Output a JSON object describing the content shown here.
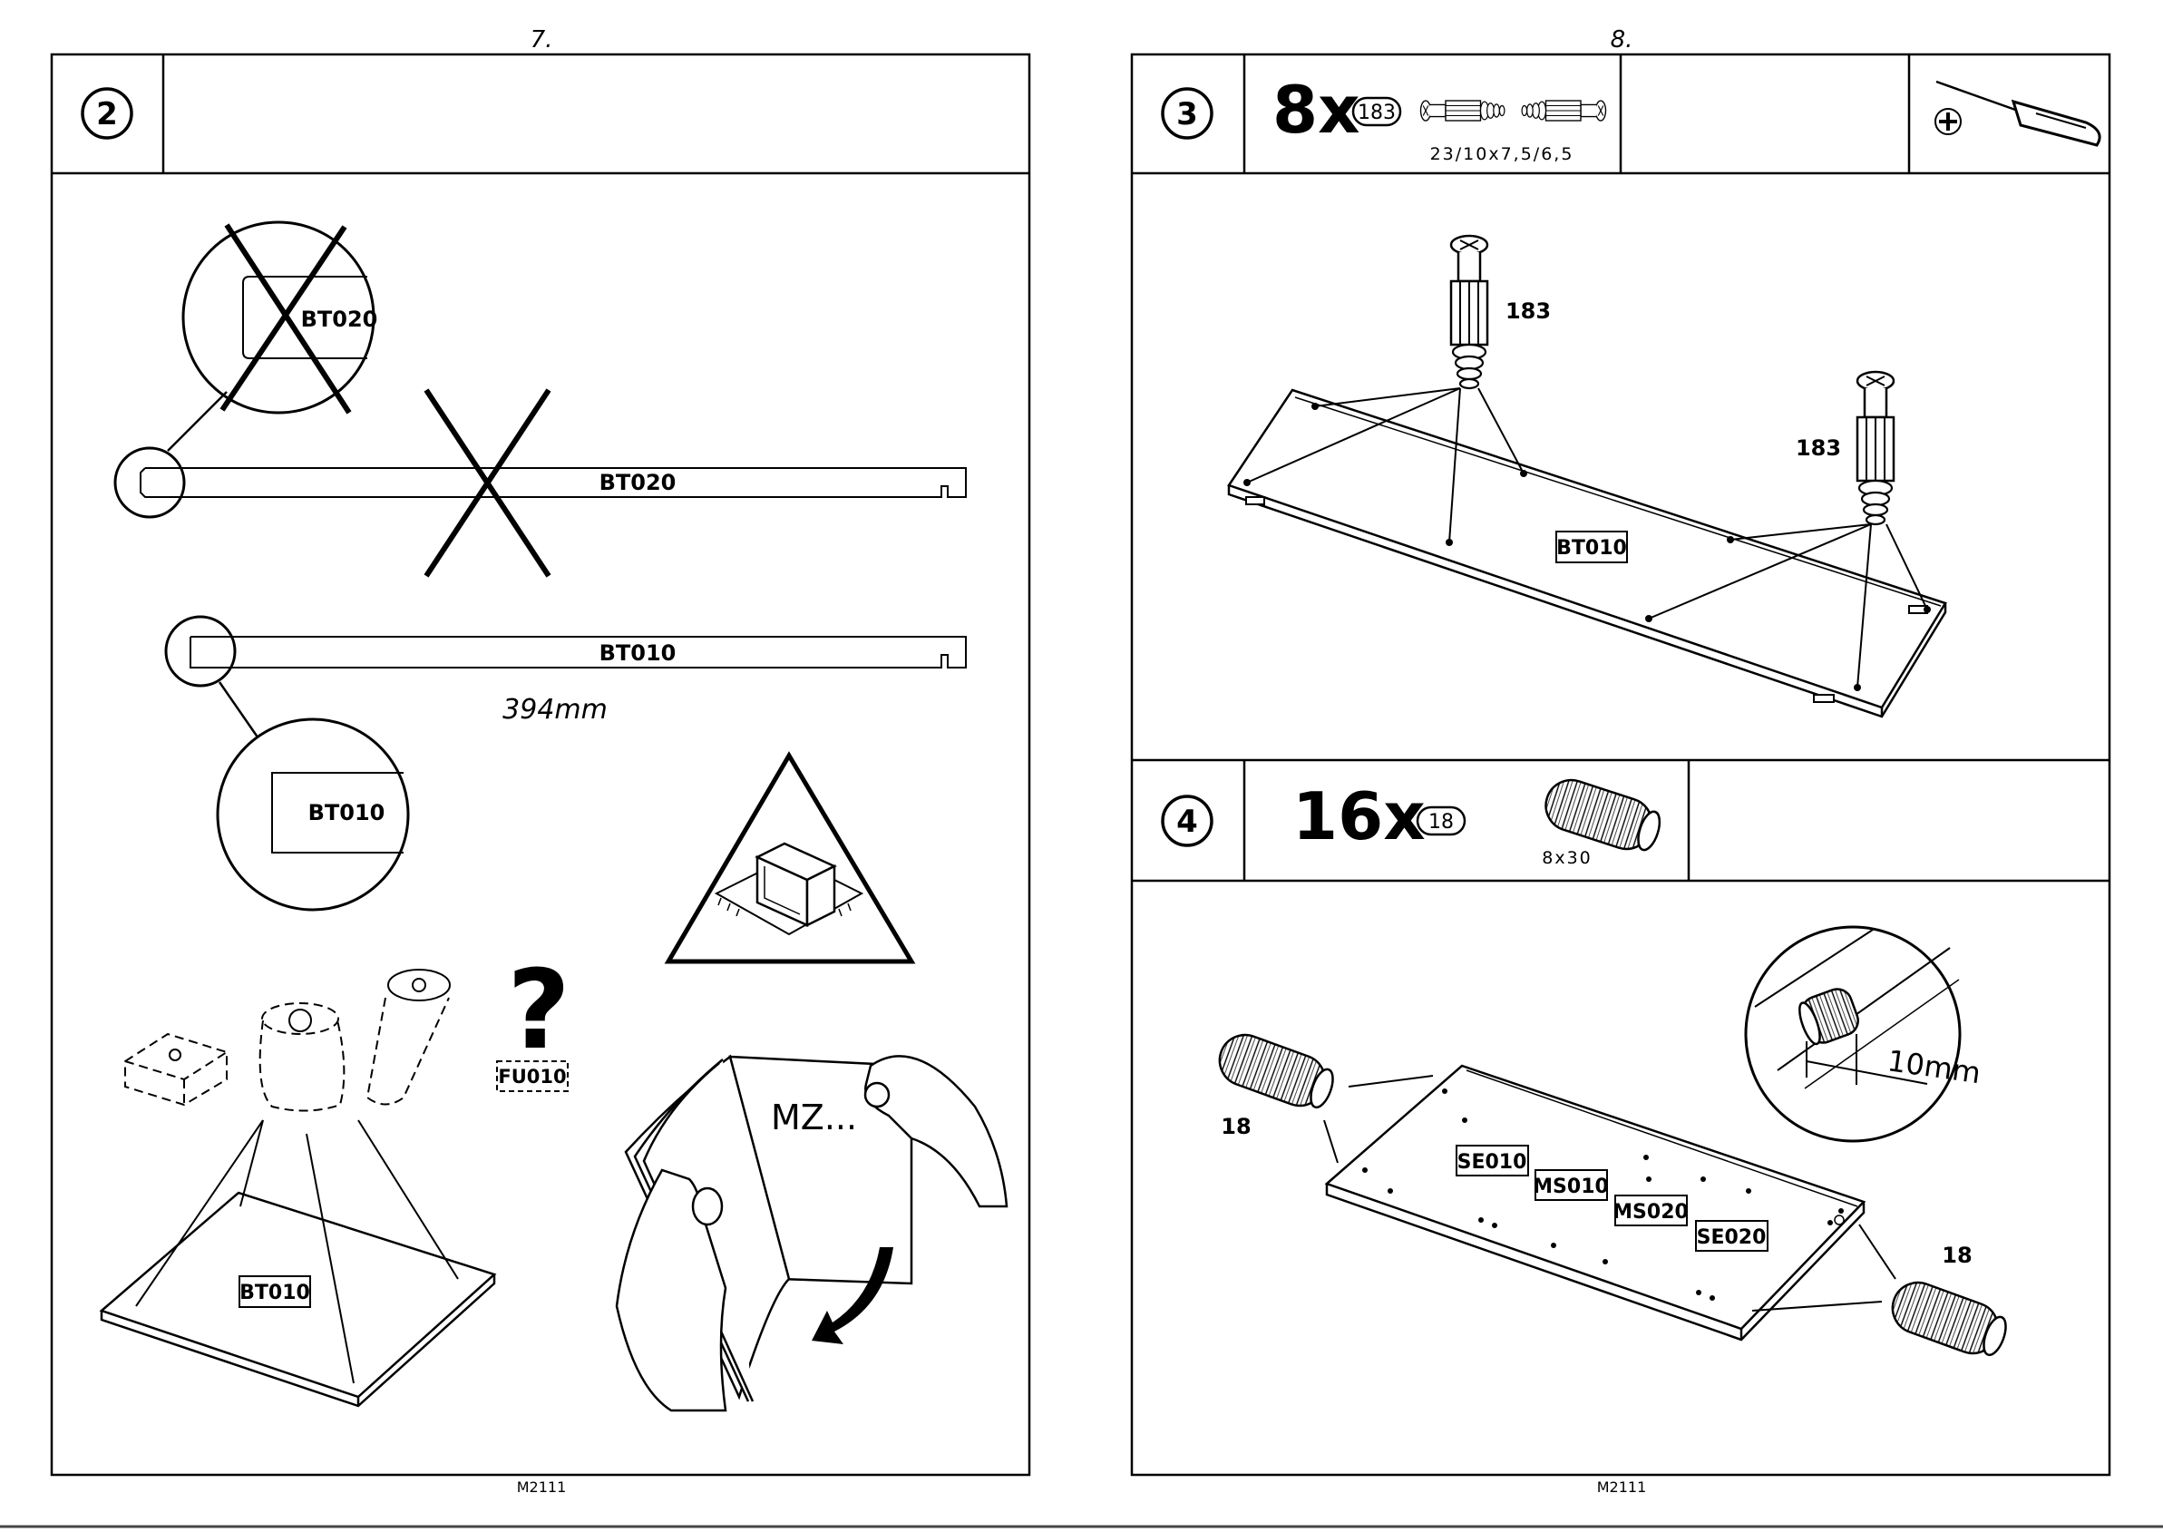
{
  "pages": [
    {
      "page_number": "7.",
      "footer": "M2111"
    },
    {
      "page_number": "8.",
      "footer": "M2111"
    }
  ],
  "step2": {
    "number": "2",
    "labels": {
      "bt020": "BT020",
      "bt010": "BT010",
      "fu010": "FU010"
    },
    "dimension": "394mm",
    "question": "?",
    "notebook_text": "MZ..."
  },
  "step3": {
    "number": "3",
    "quantity": "8x",
    "part": "183",
    "spec": "23/10x7,5/6,5",
    "callouts": [
      "183",
      "183"
    ],
    "panel_label": "BT010"
  },
  "step4": {
    "number": "4",
    "quantity": "16x",
    "part": "18",
    "spec": "8x30",
    "callouts": [
      "18",
      "18"
    ],
    "detail_dimension": "10mm",
    "panel_labels": [
      "SE010",
      "MS010",
      "MS020",
      "SE020"
    ]
  },
  "icons": [
    "screwdriver-icon",
    "phillips-head-icon",
    "warning-triangle-icon",
    "question-mark-icon",
    "cross-out-icon",
    "curved-arrow-icon"
  ]
}
